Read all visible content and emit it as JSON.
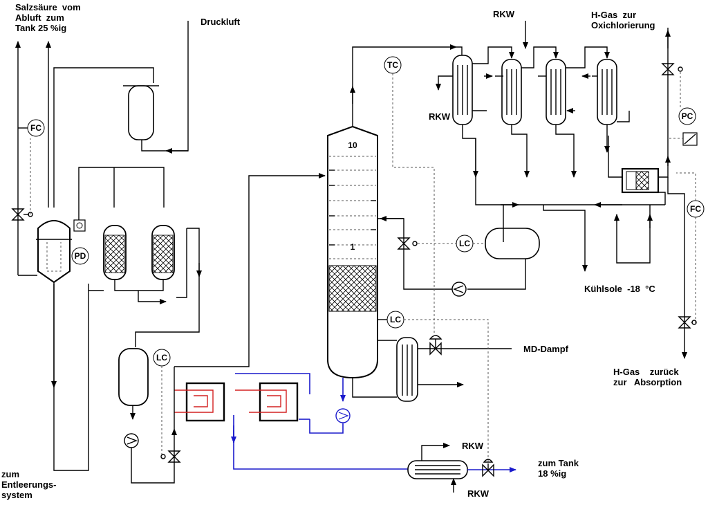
{
  "labels": {
    "hcl_offgas": "Salzsäure  vom\nAbluft  zum\nTank 25 %ig",
    "druckluft": "Druckluft",
    "rkw_top": "RKW",
    "h_gas_oxi": "H-Gas  zur\nOxichlorierung",
    "rkw_cond": "RKW",
    "kuehlsole": "Kühlsole  -18  °C",
    "md_dampf": "MD-Dampf",
    "h_gas_back": "H-Gas    zurück\nzur   Absorption",
    "entleerung": "zum\nEntleerungs-\nsystem",
    "rkw_cooler_top": "RKW",
    "rkw_cooler_bottom": "RKW",
    "tank18": "zum Tank\n18 %ig"
  },
  "tray_labels": {
    "top": "10",
    "bottom": "1"
  },
  "instruments": {
    "fc_left": "FC",
    "pd": "PD",
    "tc": "TC",
    "lc_reflux": "LC",
    "lc_bottom": "LC",
    "lc_vessel": "LC",
    "pc": "PC",
    "fc_right": "FC"
  },
  "colors": {
    "process_line": "#000000",
    "cooling_blue": "#1a1acc",
    "hot_red": "#d42020",
    "signal_line": "#555555"
  }
}
